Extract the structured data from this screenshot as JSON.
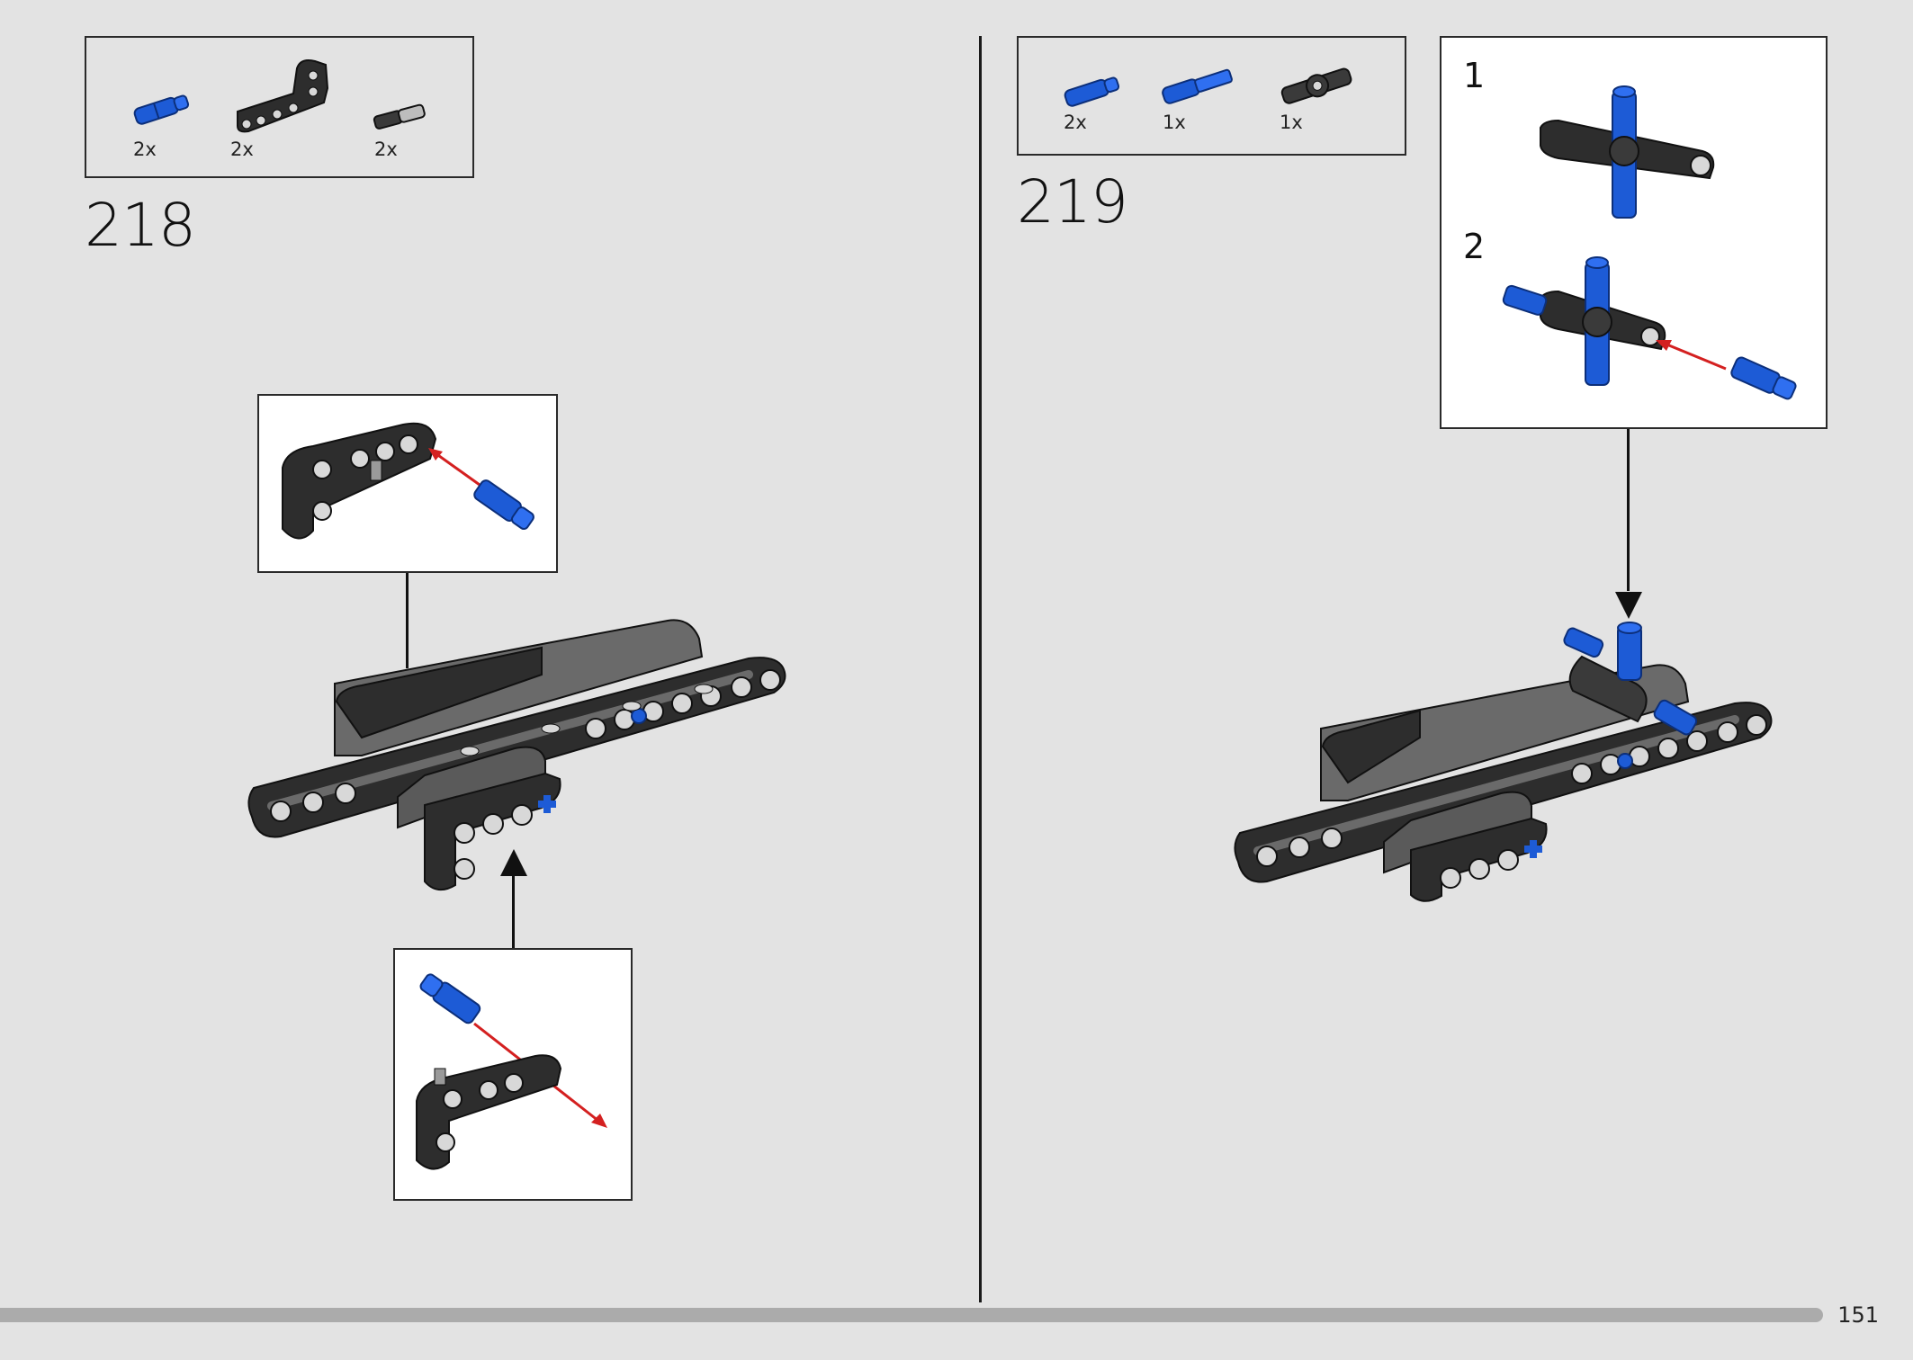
{
  "left_page": {
    "step_number": "218",
    "parts": [
      {
        "icon": "blue-pin-icon",
        "qty": "2x"
      },
      {
        "icon": "black-l-beam-icon",
        "qty": "2x"
      },
      {
        "icon": "gray-pin-icon",
        "qty": "2x"
      }
    ]
  },
  "right_page": {
    "step_number": "219",
    "parts": [
      {
        "icon": "blue-pin-icon",
        "qty": "2x"
      },
      {
        "icon": "blue-axle-pin-icon",
        "qty": "1x"
      },
      {
        "icon": "cross-connector-icon",
        "qty": "1x"
      }
    ],
    "substeps": [
      {
        "label": "1"
      },
      {
        "label": "2"
      }
    ]
  },
  "footer": {
    "page_number": "151",
    "progress": 0.95
  },
  "colors": {
    "background": "#e3e3e3",
    "beam_dark": "#2d2d2d",
    "beam_gray": "#6a6a6a",
    "pin_blue": "#1d5bd6",
    "arrow_red": "#d42020",
    "border": "#2a2a2a"
  }
}
